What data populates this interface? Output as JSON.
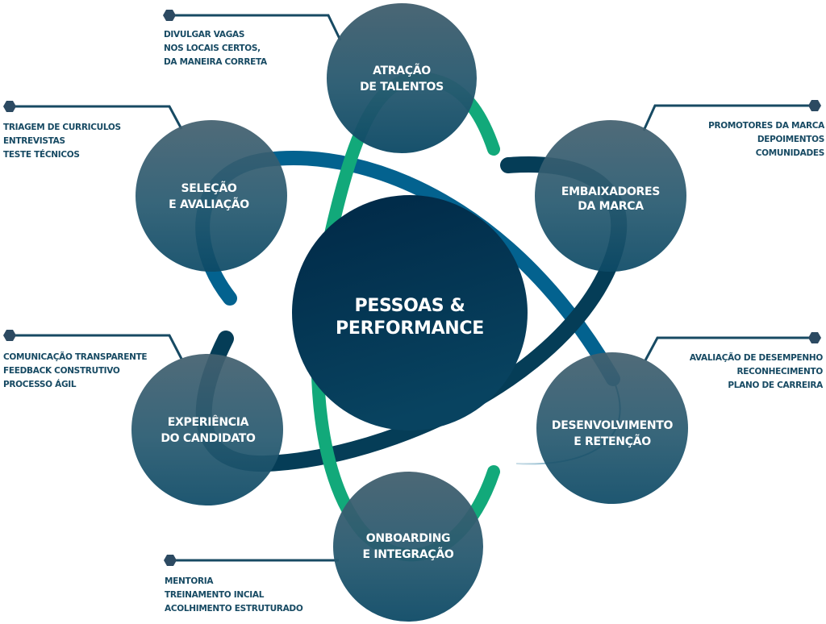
{
  "center": {
    "line1": "PESSOAS &",
    "line2": "PERFORMANCE"
  },
  "nodes": [
    {
      "id": "atracao",
      "line1": "ATRAÇÃO",
      "line2": "DE TALENTOS",
      "notes": [
        "DIVULGAR VAGAS",
        "NOS LOCAIS CERTOS,",
        "DA MANEIRA CORRETA"
      ]
    },
    {
      "id": "embaixadores",
      "line1": "EMBAIXADORES",
      "line2": "DA MARCA",
      "notes": [
        "PROMOTORES DA MARCA",
        "DEPOIMENTOS",
        "COMUNIDADES"
      ]
    },
    {
      "id": "desenvolvimento",
      "line1": "DESENVOLVIMENTO",
      "line2": "E RETENÇÃO",
      "notes": [
        "AVALIAÇÃO DE DESEMPENHO",
        "RECONHECIMENTO",
        "PLANO DE CARREIRA"
      ]
    },
    {
      "id": "onboarding",
      "line1": "ONBOARDING",
      "line2": "E INTEGRAÇÃO",
      "notes": [
        "MENTORIA",
        "TREINAMENTO INCIAL",
        "ACOLHIMENTO ESTRUTURADO"
      ]
    },
    {
      "id": "experiencia",
      "line1": "EXPERIÊNCIA",
      "line2": "DO CANDIDATO",
      "notes": [
        "COMUNICAÇÃO TRANSPARENTE",
        "FEEDBACK CONSTRUTIVO",
        "PROCESSO ÁGIL"
      ]
    },
    {
      "id": "selecao",
      "line1": "SELEÇÃO",
      "line2": "E AVALIAÇÃO",
      "notes": [
        "TRIAGEM DE CURRICULOS",
        "ENTREVISTAS",
        "TESTE TÉCNICOS"
      ]
    }
  ],
  "colors": {
    "center": "#042f4b",
    "node_top": "#3f6070",
    "node_bottom": "#0d4a66",
    "green": "#12a97a",
    "blue": "#03628f",
    "dark_arc": "#053d57",
    "note_text": "#174a63",
    "connector": "#174a63"
  }
}
